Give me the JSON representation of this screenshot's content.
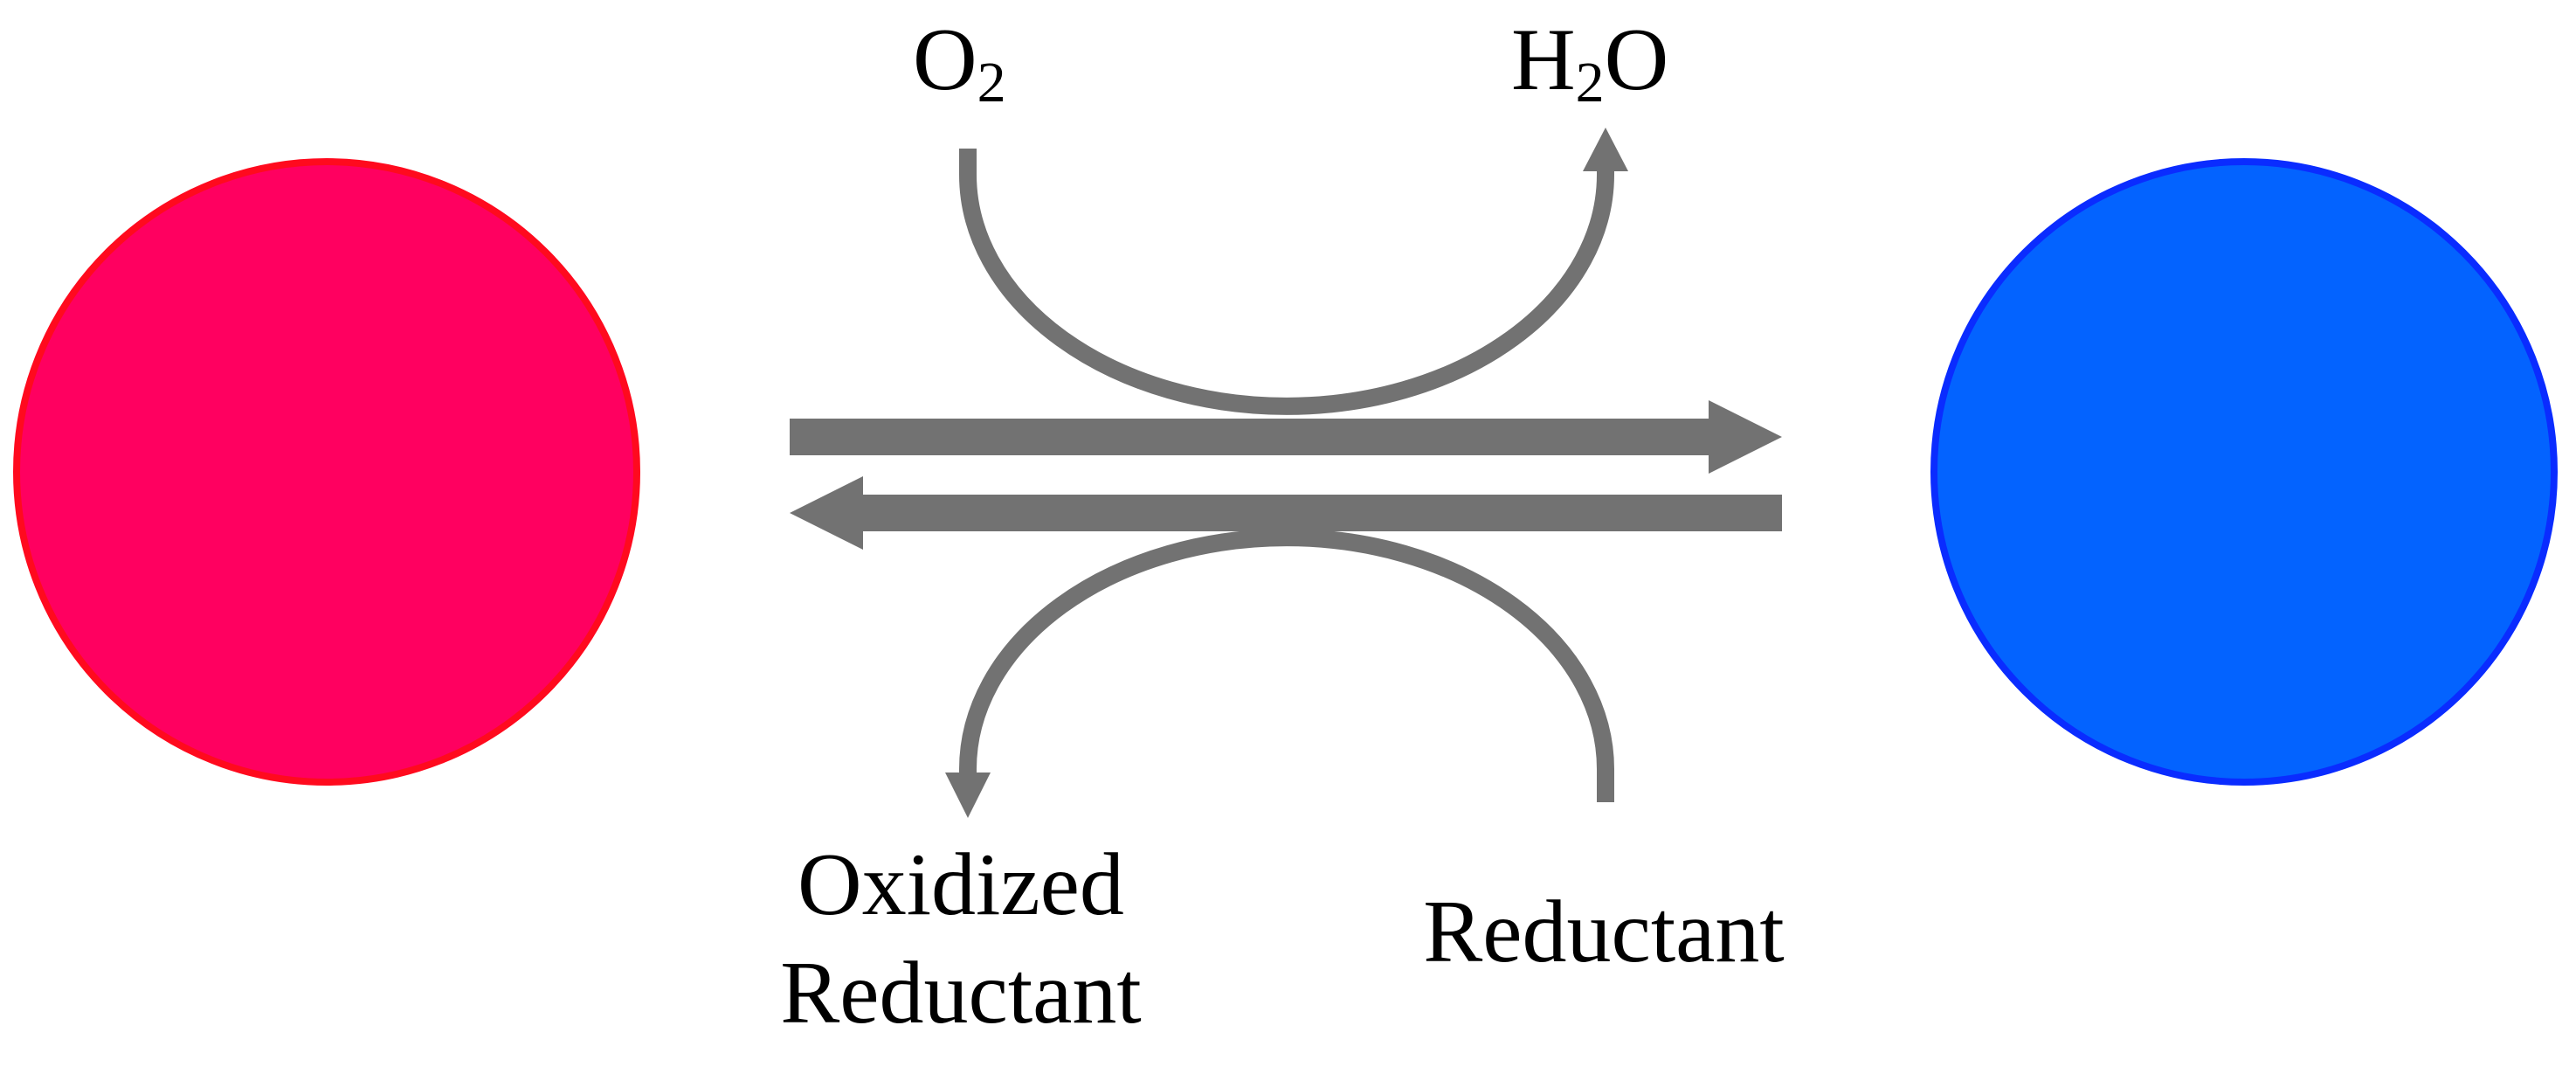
{
  "colors": {
    "left_circle_fill": "#ff0060",
    "left_circle_stroke": "#ff0a1e",
    "right_circle_fill": "#0363ff",
    "right_circle_stroke": "#0a2cff",
    "arrow": "#727272",
    "text": "#000000"
  },
  "labels": {
    "oxygen_main": "O",
    "oxygen_sub": "2",
    "water_main_h": "H",
    "water_sub": "2",
    "water_main_o": "O",
    "oxidized_line1": "Oxidized",
    "oxidized_line2": "Reductant",
    "reductant": "Reductant"
  }
}
